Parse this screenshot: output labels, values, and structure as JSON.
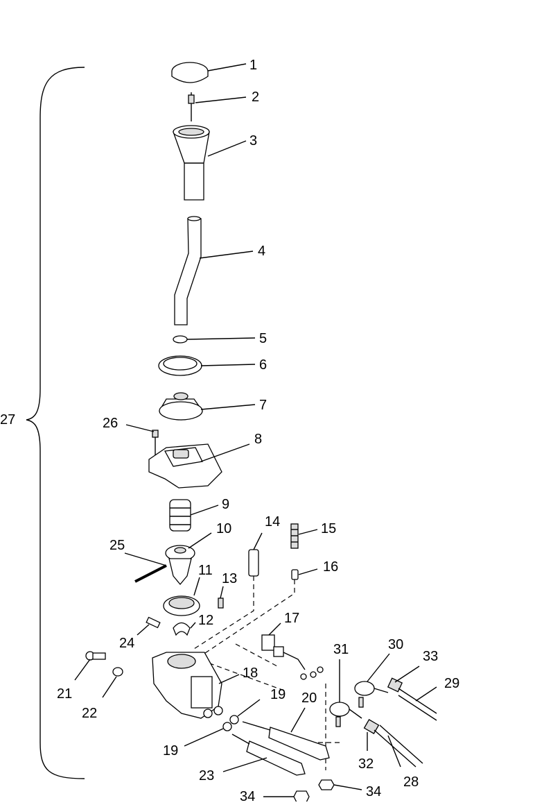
{
  "diagram": {
    "callouts": [
      {
        "id": "c1",
        "label": "1"
      },
      {
        "id": "c2",
        "label": "2"
      },
      {
        "id": "c3",
        "label": "3"
      },
      {
        "id": "c4",
        "label": "4"
      },
      {
        "id": "c5",
        "label": "5"
      },
      {
        "id": "c6",
        "label": "6"
      },
      {
        "id": "c7",
        "label": "7"
      },
      {
        "id": "c8",
        "label": "8"
      },
      {
        "id": "c9",
        "label": "9"
      },
      {
        "id": "c10",
        "label": "10"
      },
      {
        "id": "c11",
        "label": "11"
      },
      {
        "id": "c12",
        "label": "12"
      },
      {
        "id": "c13",
        "label": "13"
      },
      {
        "id": "c14",
        "label": "14"
      },
      {
        "id": "c15",
        "label": "15"
      },
      {
        "id": "c16",
        "label": "16"
      },
      {
        "id": "c17",
        "label": "17"
      },
      {
        "id": "c18",
        "label": "18"
      },
      {
        "id": "c19a",
        "label": "19"
      },
      {
        "id": "c19b",
        "label": "19"
      },
      {
        "id": "c20",
        "label": "20"
      },
      {
        "id": "c21",
        "label": "21"
      },
      {
        "id": "c22",
        "label": "22"
      },
      {
        "id": "c23",
        "label": "23"
      },
      {
        "id": "c24",
        "label": "24"
      },
      {
        "id": "c25",
        "label": "25"
      },
      {
        "id": "c26",
        "label": "26"
      },
      {
        "id": "c27",
        "label": "27"
      },
      {
        "id": "c28",
        "label": "28"
      },
      {
        "id": "c29",
        "label": "29"
      },
      {
        "id": "c30",
        "label": "30"
      },
      {
        "id": "c31",
        "label": "31"
      },
      {
        "id": "c32",
        "label": "32"
      },
      {
        "id": "c33",
        "label": "33"
      },
      {
        "id": "c34a",
        "label": "34"
      },
      {
        "id": "c34b",
        "label": "34"
      }
    ]
  }
}
